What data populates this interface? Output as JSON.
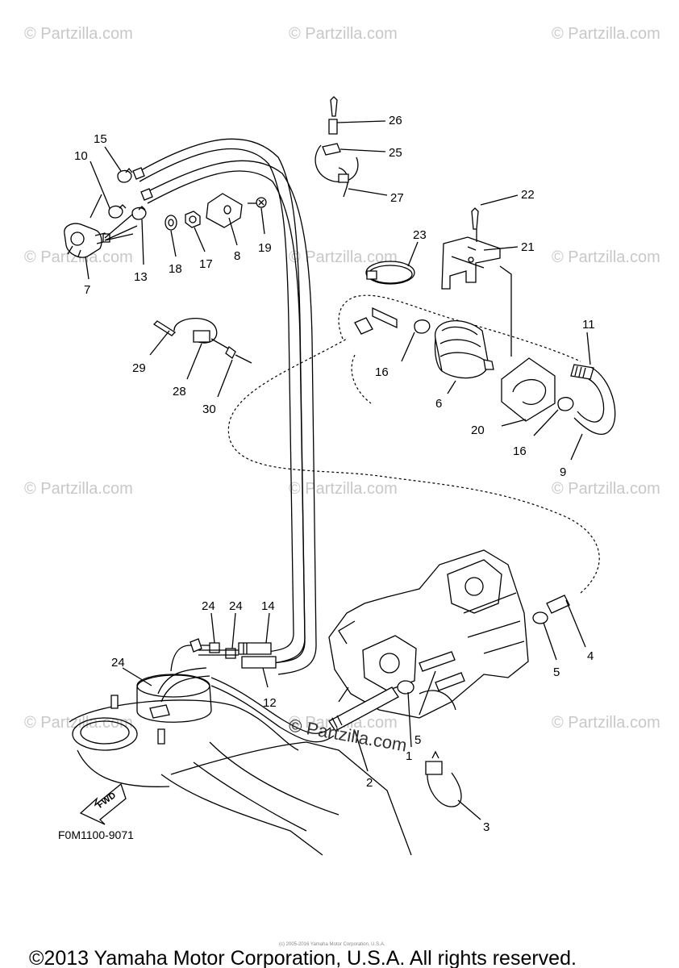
{
  "watermarks": [
    "© Partzilla.com",
    "© Partzilla.com",
    "© Partzilla.com",
    "© Partzilla.com",
    "© Partzilla.com",
    "© Partzilla.com",
    "© Partzilla.com",
    "© Partzilla.com",
    "© Partzilla.com",
    "© Partzilla.com",
    "© Partzilla.com",
    "© Partzilla.com"
  ],
  "center_watermark": "© Partzilla.com",
  "callouts": {
    "n1": "1",
    "n2": "2",
    "n3": "3",
    "n4": "4",
    "n5a": "5",
    "n5b": "5",
    "n6": "6",
    "n7": "7",
    "n8": "8",
    "n9": "9",
    "n10": "10",
    "n11": "11",
    "n12": "12",
    "n13": "13",
    "n14": "14",
    "n15": "15",
    "n16a": "16",
    "n16b": "16",
    "n17": "17",
    "n18": "18",
    "n19": "19",
    "n20": "20",
    "n21": "21",
    "n22": "22",
    "n23": "23",
    "n24a": "24",
    "n24b": "24",
    "n24c": "24",
    "n25": "25",
    "n26": "26",
    "n27": "27",
    "n28": "28",
    "n29": "29",
    "n30": "30"
  },
  "fwd_label": "FWD",
  "diagram_code": "F0M1100-9071",
  "small_notice": "(c) 2005-2016 Yamaha Motor Corporation, U.S.A.",
  "copyright": "©2013 Yamaha Motor Corporation, U.S.A. All rights reserved."
}
